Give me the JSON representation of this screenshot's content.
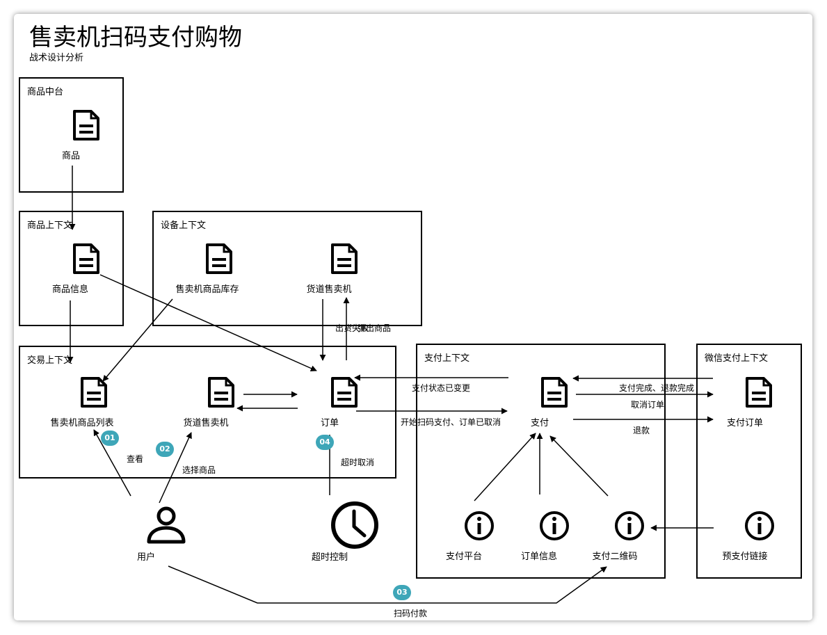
{
  "diagram": {
    "title": "售卖机扫码支付购物",
    "subtitle": "战术设计分析",
    "contexts": {
      "product_center": "商品中台",
      "product_ctx": "商品上下文",
      "device_ctx": "设备上下文",
      "trade_ctx": "交易上下文",
      "payment_ctx": "支付上下文",
      "wechat_ctx": "微信支付上下文"
    },
    "nodes": {
      "product": {
        "label": "商品",
        "icon": "document-icon"
      },
      "product_info": {
        "label": "商品信息",
        "icon": "document-icon"
      },
      "vm_inventory": {
        "label": "售卖机商品库存",
        "icon": "document-icon"
      },
      "channel_vm_device": {
        "label": "货道售卖机",
        "icon": "document-icon"
      },
      "vm_product_list": {
        "label": "售卖机商品列表",
        "icon": "document-icon"
      },
      "channel_vm_trade": {
        "label": "货道售卖机",
        "icon": "document-icon"
      },
      "order": {
        "label": "订单",
        "icon": "document-icon"
      },
      "payment": {
        "label": "支付",
        "icon": "document-icon"
      },
      "wechat_pay_order": {
        "label": "支付订单",
        "icon": "document-icon"
      },
      "pay_platform": {
        "label": "支付平台",
        "icon": "info-icon"
      },
      "order_info": {
        "label": "订单信息",
        "icon": "info-icon"
      },
      "pay_qrcode": {
        "label": "支付二维码",
        "icon": "info-icon"
      },
      "prepay_link": {
        "label": "预支付链接",
        "icon": "info-icon"
      },
      "user": {
        "label": "用户",
        "icon": "user-icon"
      },
      "timeout_control": {
        "label": "超时控制",
        "icon": "clock-icon"
      }
    },
    "edge_labels": {
      "dispense_a": "出货失败",
      "dispense_b": "弹出商品",
      "pay_status_changed": "支付状态已变更",
      "start_scan_pay": "开始扫码支付、订单已取消",
      "pay_refund_done": "支付完成、退款完成",
      "cancel_order": "取消订单",
      "refund": "退款",
      "view": "查看",
      "select_product": "选择商品",
      "timeout_cancel": "超时取消",
      "scan_pay": "扫码付款"
    },
    "steps": [
      "01",
      "02",
      "03",
      "04"
    ],
    "colors": {
      "step_badge": "#3ea6b8",
      "line": "#000000"
    }
  }
}
